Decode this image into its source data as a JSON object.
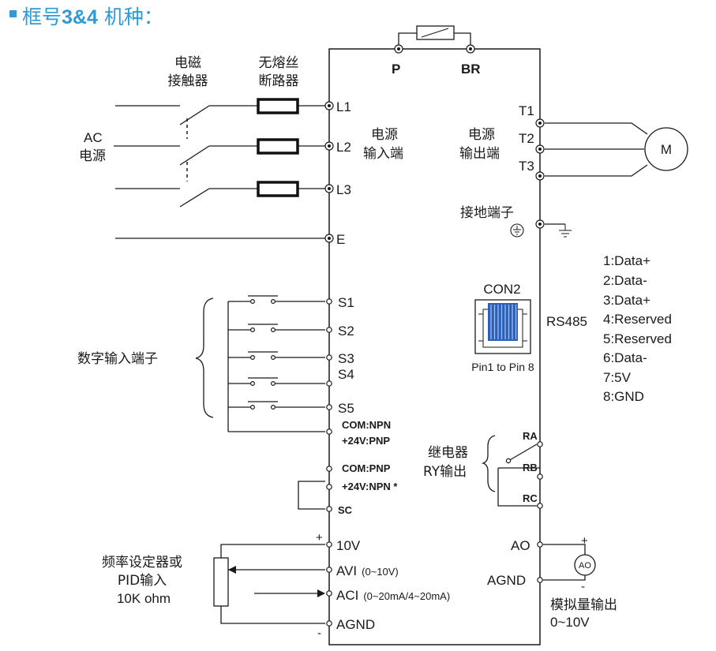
{
  "header": {
    "title_prefix": "框号",
    "title_model": "3&4",
    "title_suffix": " 机种：",
    "title_color": "#2f9ad6"
  },
  "power_in": {
    "contactor_label_1": "电磁",
    "contactor_label_2": "接触器",
    "breaker_label_1": "无熔丝",
    "breaker_label_2": "断路器",
    "ac_label_1": "AC",
    "ac_label_2": "电源",
    "input_label_1": "电源",
    "input_label_2": "输入端",
    "terminals": [
      "L1",
      "L2",
      "L3"
    ],
    "earth": "E"
  },
  "brake": {
    "p": "P",
    "br": "BR"
  },
  "power_out": {
    "label_1": "电源",
    "label_2": "输出端",
    "terminals": [
      "T1",
      "T2",
      "T3"
    ],
    "motor": "M",
    "ground_label": "接地端子"
  },
  "rs485": {
    "connector": "CON2",
    "pins_note": "Pin1 to Pin 8",
    "label": "RS485",
    "pins": [
      "1:Data+",
      "2:Data-",
      "3:Data+",
      "4:Reserved",
      "5:Reserved",
      "6:Data-",
      "7:5V",
      "8:GND"
    ],
    "accent_color": "#2c5fb8"
  },
  "digital_in": {
    "group_label": "数字输入端子",
    "terminals": [
      "S1",
      "S2",
      "S3",
      "S4",
      "S5"
    ],
    "com1_a": "COM:NPN",
    "com1_b": "+24V:PNP",
    "com2_a": "COM:PNP",
    "com2_b": "+24V:NPN *",
    "sc": "SC"
  },
  "relay": {
    "label_1": "继电器",
    "label_2": "RY输出",
    "terminals": [
      "RA",
      "RB",
      "RC"
    ]
  },
  "analog_in": {
    "setter_label_1": "频率设定器或",
    "setter_label_2": "PID输入",
    "setter_label_3": "10K ohm",
    "plus": "+",
    "minus": "-",
    "t_10v": "10V",
    "t_avi": "AVI",
    "avi_range": "(0~10V)",
    "t_aci": "ACI",
    "aci_range": "(0~20mA/4~20mA)",
    "t_agnd": "AGND"
  },
  "analog_out": {
    "t_ao": "AO",
    "t_agnd": "AGND",
    "meter": "AO",
    "plus": "+",
    "minus": "-",
    "label": "模拟量输出",
    "range": "0~10V"
  }
}
